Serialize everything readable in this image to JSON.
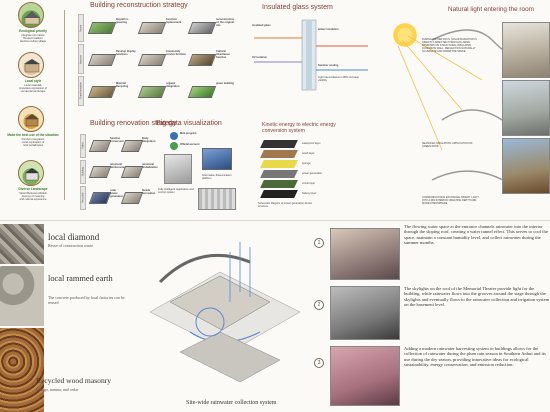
{
  "left_column": {
    "items": [
      {
        "title": "Ecological priority",
        "lines": [
          "Integrate into nature",
          "Respect tradition",
          "Huizhou culture village"
        ]
      },
      {
        "title": "Local style",
        "lines": [
          "Local materials",
          "Innovative expression of",
          "vernacular landscape"
        ]
      },
      {
        "title": "Make the best use of the situation",
        "lines": [
          "Function integration",
          "Local exploration of",
          "rural revitalization"
        ]
      },
      {
        "title": "Diverse Landscape",
        "lines": [
          "Varied Business Models",
          "Journey of meaning",
          "and cultural experience"
        ]
      }
    ]
  },
  "reconstruction": {
    "title": "Building reconstruction strategy",
    "row_tabs": [
      "Reuse",
      "Improve",
      "Transformation"
    ],
    "items": [
      {
        "label": "Overall re-greening"
      },
      {
        "label": "Function replacement"
      },
      {
        "label": "reconstruction on the original site"
      },
      {
        "label": "Develop display functions"
      },
      {
        "label": "Community service function"
      },
      {
        "label": "Cultural inheritance function"
      },
      {
        "label": "Material Recycling"
      },
      {
        "label": "organic integration"
      },
      {
        "label": "green building"
      }
    ]
  },
  "renovation": {
    "title": "Building renovation strategy",
    "row_tabs": [
      "Fabric",
      "Building",
      "Recycled"
    ],
    "items": [
      {
        "label": "function conversion"
      },
      {
        "label": "Body integration"
      },
      {
        "label": "structural reinforcement"
      },
      {
        "label": "structural revitalization"
      },
      {
        "label": "solar power generation"
      },
      {
        "label": "facade renovation"
      }
    ]
  },
  "bigdata": {
    "title": "Big data visualization",
    "labels": [
      "Mini program",
      "Official account",
      "Fully intelligent registration and control system",
      "Information dissemination platform"
    ]
  },
  "glass": {
    "title": "Insulated glass system",
    "labels": [
      "insulated glass",
      "winter insulation",
      "UV isolation",
      "Summer cooling",
      "Light transmittance is 80% increase visibility"
    ]
  },
  "kinetic": {
    "title": "Kinetic energy to electric energy conversion system",
    "layers": [
      "waterproof layer",
      "wood layer",
      "sponge",
      "power generation",
      "circuit layer",
      "battery layer"
    ],
    "caption": "Schematic diagram of power generation device structure"
  },
  "natural_light": {
    "title": "Natural light entering the room",
    "notes": [
      "DURING WINTER DAYS, SOLAR RADIATION IS DIRECTLY ADMITTED THROUGH LARGE WINDOWS ON STRUCTURAL INSULATED CONCRETE WALL, REFLECTION NATURALLY ILLUMINATE AND WARM THE SPACE",
      "SEASONAL INSULATION: APPLICATION OF GREEN ROOF",
      "COMMUNICATIONS EXCHANGE: BRIGHT LIGHT INTO A DIM INTERIOR CREATING DEPTH AND MORE ATMOSPHERE"
    ]
  },
  "materials": [
    {
      "title": "local diamond",
      "subtitle": "Reuse of construction waste"
    },
    {
      "title": "local rammed earth",
      "subtitle": "The concrete produced by local factories can be reused"
    },
    {
      "title": "Recycled wood masonry",
      "subtitle": "Ginkgo, nanmu, and cedar"
    }
  ],
  "rainwater": {
    "caption": "Site-wide rainwater collection system",
    "steps": [
      {
        "num": "1",
        "text": "The flowing water space at the entrance channels rainwater into the interior through the sloping roof, creating a water tunnel effect. This serves to cool the space, maintain a constant humidity level, and collect rainwater during the summer months."
      },
      {
        "num": "2",
        "text": "The skylights on the roof of the Memorial Theater provide light for the building, while rainwater flows into the grooves around the stage through the skylights and eventually flows to the rainwater collection and irrigation system on the basement level."
      },
      {
        "num": "3",
        "text": "Adding a modern rainwater harvesting system to buildings allows for the collection of rainwater during the plum rain season in Southern Anhui and its use during the dry season, providing innovative ideas for ecological sustainability, energy conservation, and emission reduction."
      }
    ]
  },
  "colors": {
    "accent": "#8a3b35",
    "green": "#3d7a2c",
    "panel": "#f4f1eb"
  }
}
